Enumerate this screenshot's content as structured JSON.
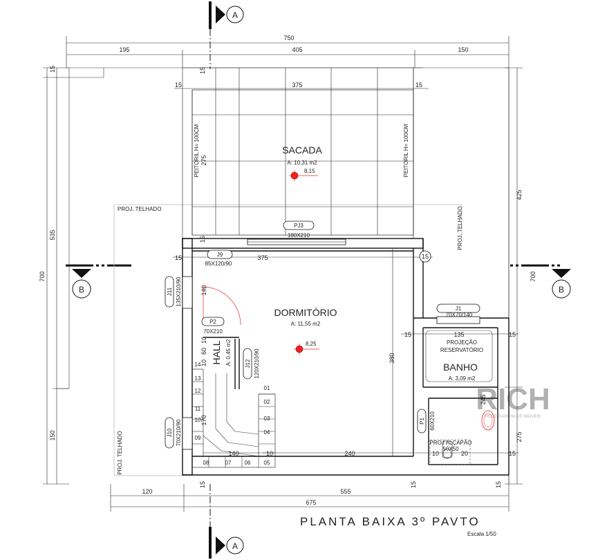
{
  "title": "PLANTA BAIXA 3º PAVTO",
  "scale": "Escala 1/50",
  "section_marks": {
    "a_top": "A",
    "a_bottom": "A",
    "b_left": "B",
    "b_right": "B"
  },
  "dims": {
    "total_width": "750",
    "top_left": "195",
    "top_mid": "405",
    "top_right": "150",
    "sacada_inner": "375",
    "sacada_left_wall": "15",
    "sacada_right_wall": "15",
    "left_total": "700",
    "left_upper": "535",
    "left_lower": "150",
    "left_top_wall": "15",
    "right_total": "700",
    "right_upper": "425",
    "right_lower": "275",
    "sacada_depth": "275",
    "wall_15_top": "15",
    "wall_15_left_mid": "15",
    "wall_15_dorm": "15",
    "dorm_width": "375",
    "right_wall_15": "15",
    "hall_140": "140",
    "hall_10": "10",
    "hall_60": "60",
    "hall_10b": "10",
    "stair_170": "170",
    "stair_140": "140",
    "stair_10": "10",
    "dorm_bottom": "240",
    "dorm_depth": "380",
    "banho_width": "135",
    "banho_l15": "15",
    "banho_r15": "15",
    "banho_245": "245",
    "banho_b10": "10",
    "banho_b20": "20",
    "banho_b15": "15",
    "bottom_120": "120",
    "bottom_555": "555",
    "bottom_675": "675",
    "bottom_15a": "15",
    "bottom_15b": "15",
    "bottom_15c": "15",
    "hall_15_left": "15"
  },
  "labels": {
    "peitoril_left": "PEITORIL H= 100CM",
    "peitoril_right": "PEITORIL H= 100CM",
    "pj3": "PJ3",
    "pj3_size": "180X210",
    "j9": "J9",
    "j9_size": "85X120/90",
    "j11": "J11",
    "j11_size": "135X210/90",
    "p2": "P2",
    "p2_size": "70X210",
    "j12": "J12",
    "j12_size": "120X210/90",
    "j10": "J10",
    "j10_size": "70X210/90",
    "j1": "J1",
    "j1_size": "70X70/140",
    "p1": "P1",
    "p1_size": "60X210",
    "proj_telhado_top": "PROJ. TELHADO",
    "proj_telhado_right": "PROJ. TELHADO",
    "proj_telhado_left": "PROJ. TELHADO",
    "projecao": "PROJEÇÃO",
    "reservatorio": "RESERVATÓRIO",
    "alcapao": "PROJ ALÇAPÃO",
    "alcapao_size": "50X50",
    "watermark": "RICH",
    "watermark_sub": "REDE GAÚCHA DE IMÓVEIS"
  },
  "rooms": {
    "sacada": {
      "name": "SACADA",
      "area": "A: 10,31 m2",
      "level": "8,15"
    },
    "dormitorio": {
      "name": "DORMITÓRIO",
      "area": "A: 11,55 m2",
      "level": "8,25"
    },
    "hall": {
      "name": "HALL",
      "area": "A: 0,45 m2"
    },
    "banho": {
      "name": "BANHO",
      "area": "A: 3,09 m2"
    }
  },
  "stairs": [
    "01",
    "02",
    "03",
    "04",
    "05",
    "06",
    "07",
    "08",
    "09",
    "10",
    "11",
    "12",
    "13",
    "14"
  ]
}
